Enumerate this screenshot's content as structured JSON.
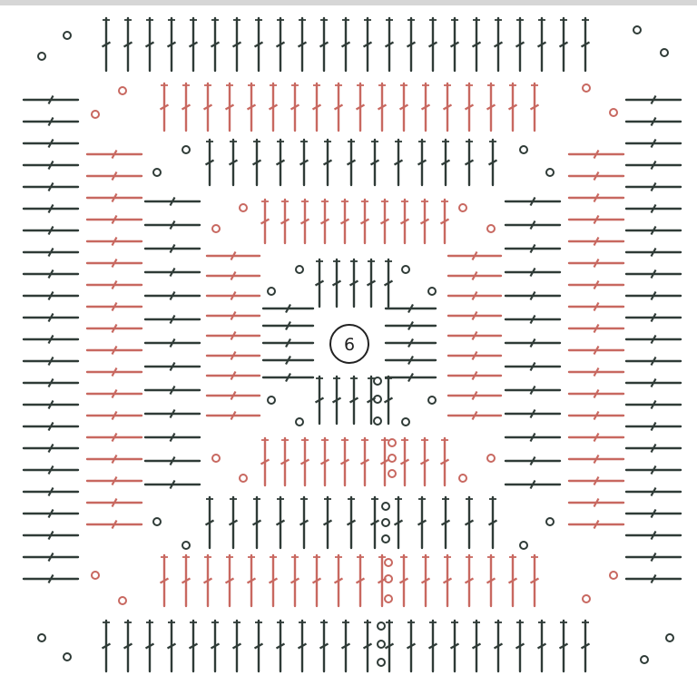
{
  "diagram": {
    "center_label": "6",
    "colors": {
      "dark_stitch": "#2f3b37",
      "red_stitch": "#c86860",
      "background": "#ffffff",
      "top_strip": "#d6d6d6"
    },
    "stitch_symbols": [
      "double-crochet",
      "chain"
    ]
  }
}
